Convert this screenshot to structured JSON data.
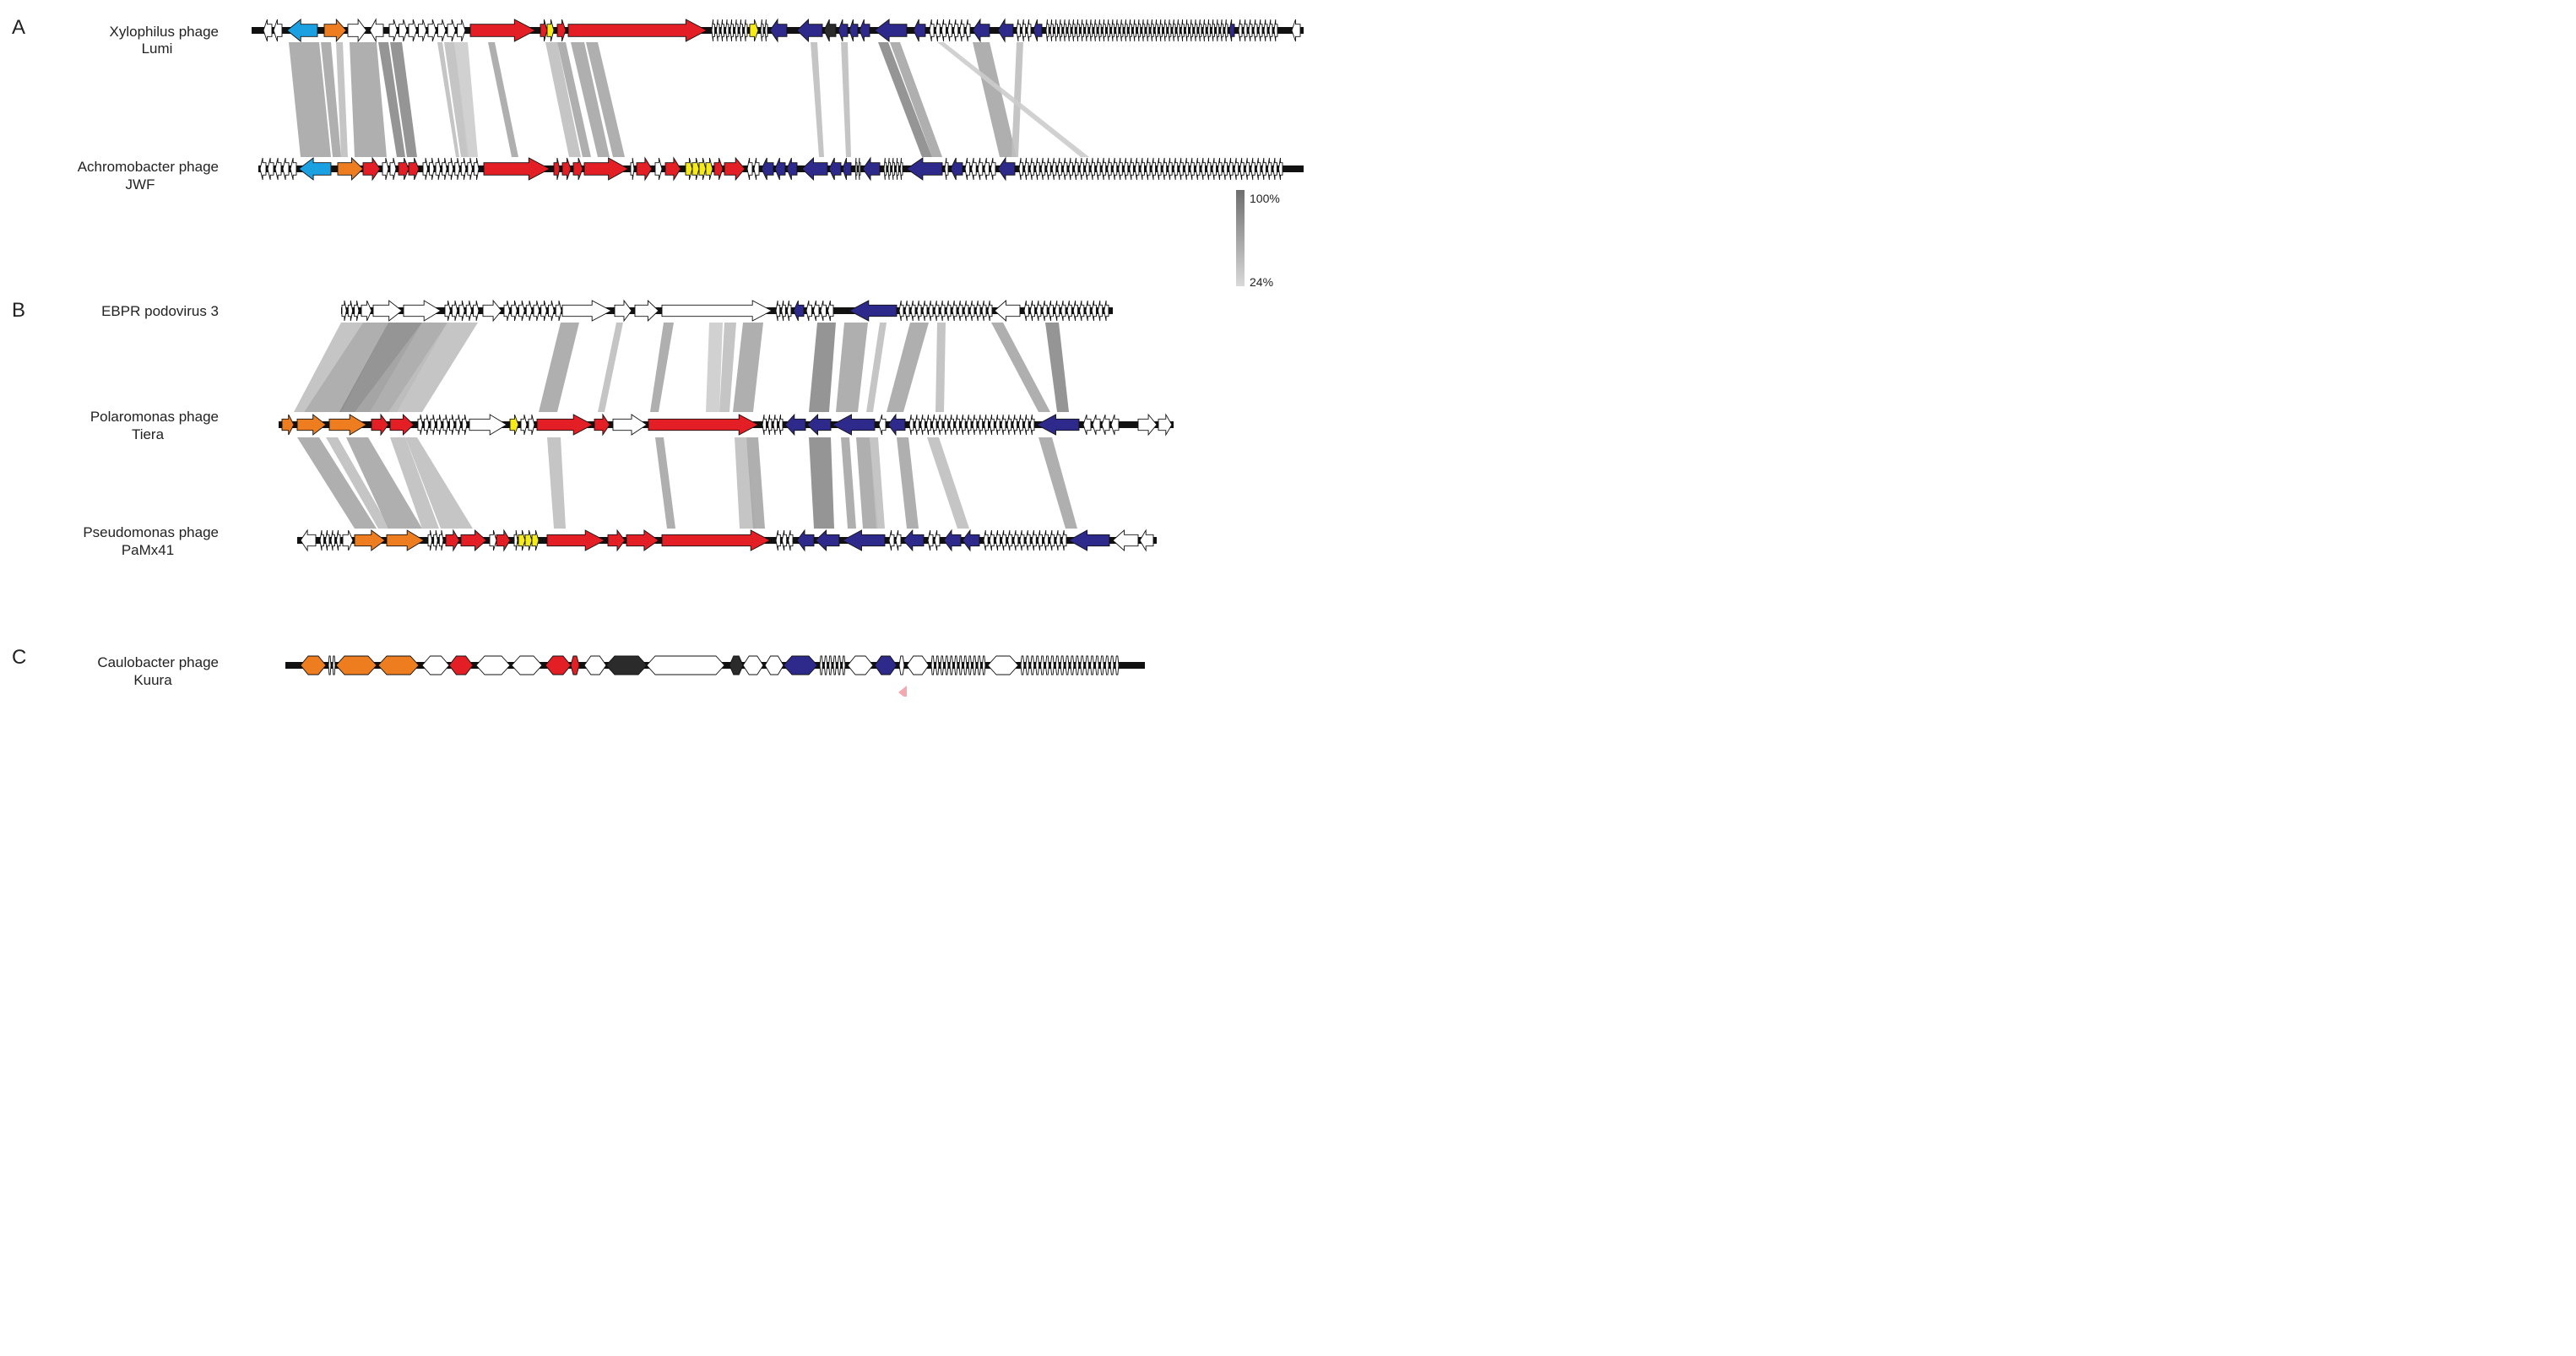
{
  "colors": {
    "red": "#e31e24",
    "orange": "#ee7d1f",
    "blue": "#1ba1e2",
    "navy": "#2e2a8c",
    "yellow": "#f6ec13",
    "black": "#111111",
    "dark_gray": "#2b2b2b",
    "white": "#ffffff",
    "pink_marker": "#f4a9b0",
    "link_high": "#7a7a7a",
    "link_low": "#cfcfcf"
  },
  "panels": [
    {
      "letter": "A",
      "genomes": [
        {
          "name_line1": "Xylophilus phage",
          "name_line2": "Lumi"
        },
        {
          "name_line1": "Achromobacter phage",
          "name_line2": "JWF"
        }
      ]
    },
    {
      "letter": "B",
      "genomes": [
        {
          "name_line1": "EBPR podovirus 3",
          "name_line2": ""
        },
        {
          "name_line1": "Polaromonas phage",
          "name_line2": "Tiera"
        },
        {
          "name_line1": "Pseudomonas phage",
          "name_line2": "PaMx41"
        }
      ]
    },
    {
      "letter": "C",
      "genomes": [
        {
          "name_line1": "Caulobacter phage",
          "name_line2": "Kuura"
        }
      ]
    }
  ],
  "identity_legend": {
    "max_label": "100%",
    "min_label": "24%"
  }
}
